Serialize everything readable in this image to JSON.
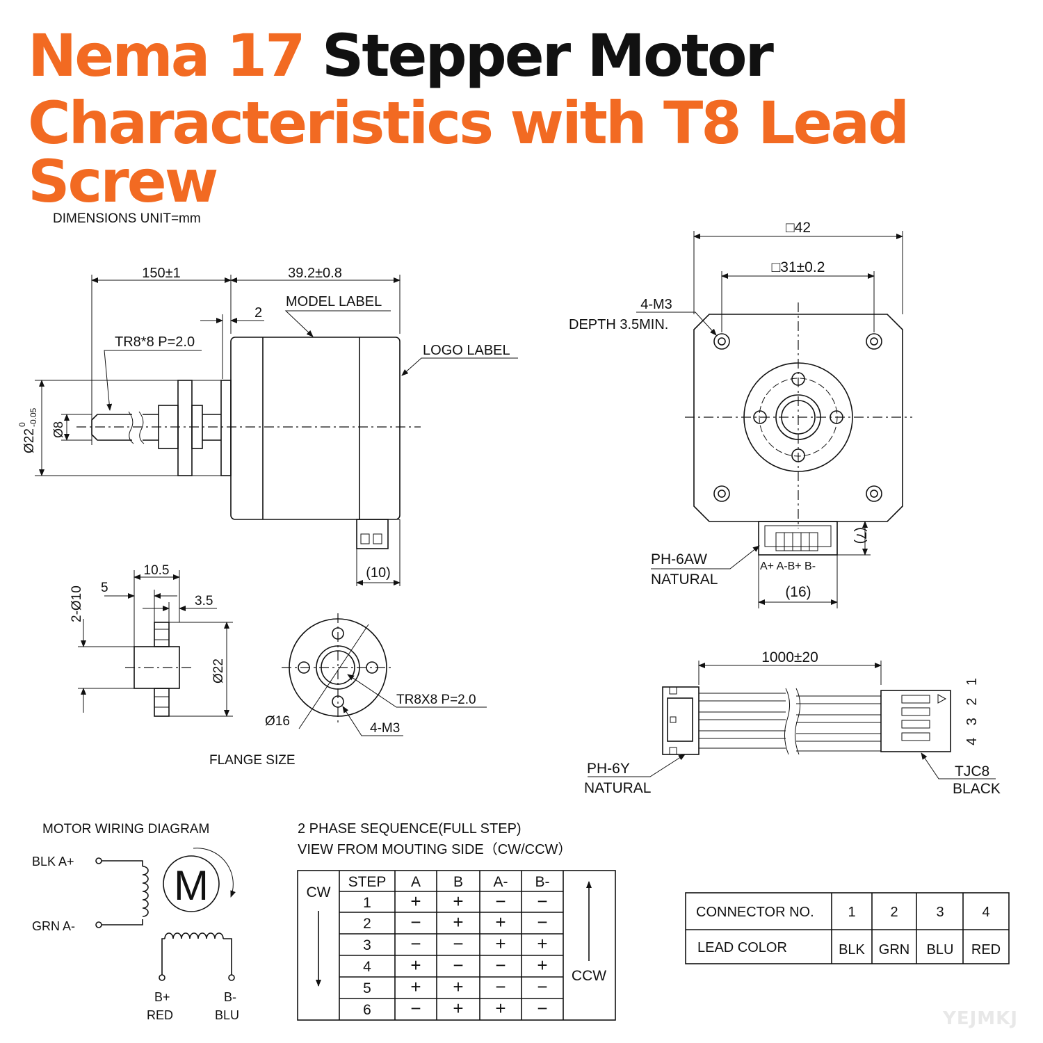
{
  "title": {
    "line1_orange": "Nema 17",
    "line1_black": " Stepper Motor",
    "line2": "Characteristics with T8 Lead Screw"
  },
  "colors": {
    "accent": "#f26a22",
    "line": "#111111"
  },
  "side_view": {
    "unit_note": "DIMENSIONS UNIT=mm",
    "dim_screw_length": "150±1",
    "dim_body_length": "39.2±0.8",
    "dim_boss": "2",
    "model_label": "MODEL LABEL",
    "logo_label": "LOGO LABEL",
    "thread_label": "TR8*8 P=2.0",
    "dim_boss_dia": "Ø22",
    "dim_boss_tol_upper": "0",
    "dim_boss_tol_lower": "-0.05",
    "dim_screw_dia": "Ø8",
    "dim_connector": "(10)"
  },
  "front_view": {
    "dim_width": "□42",
    "dim_hole_pitch": "□31±0.2",
    "holes_label_1": "4-M3",
    "holes_label_2": "DEPTH 3.5MIN.",
    "connector_1": "PH-6AW",
    "connector_2": "NATURAL",
    "pins": "A+  A-B+  B-",
    "dim_conn_width": "(16)",
    "dim_conn_height": "(7)"
  },
  "flange": {
    "dim_length": "10.5",
    "dim_a": "5",
    "dim_b": "3.5",
    "dim_holes": "2-Ø10",
    "dim_dia": "Ø22",
    "dim_pcd": "Ø16",
    "thread": "TR8X8 P=2.0",
    "holes": "4-M3",
    "caption": "FLANGE SIZE"
  },
  "cable": {
    "length": "1000±20",
    "left_1": "PH-6Y",
    "left_2": "NATURAL",
    "right_1": "TJC8",
    "right_2": "BLACK",
    "pin_numbers": "4 3 2 1"
  },
  "wiring": {
    "title": "MOTOR WIRING  DIAGRAM",
    "blk": "BLK  A+",
    "grn": "GRN  A-",
    "motor_letter": "M",
    "bplus_1": "B+",
    "bplus_2": "RED",
    "bminus_1": "B-",
    "bminus_2": "BLU"
  },
  "sequence": {
    "title_1": "2 PHASE SEQUENCE(FULL STEP)",
    "title_2": "VIEW FROM MOUTING SIDE（CW/CCW）",
    "cw": "CW",
    "ccw": "CCW",
    "headers": [
      "STEP",
      "A",
      "B",
      "A-",
      "B-"
    ],
    "rows": [
      [
        "1",
        "+",
        "+",
        "−",
        "−"
      ],
      [
        "2",
        "−",
        "+",
        "+",
        "−"
      ],
      [
        "3",
        "−",
        "−",
        "+",
        "+"
      ],
      [
        "4",
        "+",
        "−",
        "−",
        "+"
      ],
      [
        "5",
        "+",
        "+",
        "−",
        "−"
      ],
      [
        "6",
        "−",
        "+",
        "+",
        "−"
      ]
    ]
  },
  "connector_table": {
    "row1_label": "CONNECTOR NO.",
    "row1": [
      "1",
      "2",
      "3",
      "4"
    ],
    "row2_label": "LEAD COLOR",
    "row2": [
      "BLK",
      "GRN",
      "BLU",
      "RED"
    ]
  },
  "watermark": "YEJMKJ"
}
